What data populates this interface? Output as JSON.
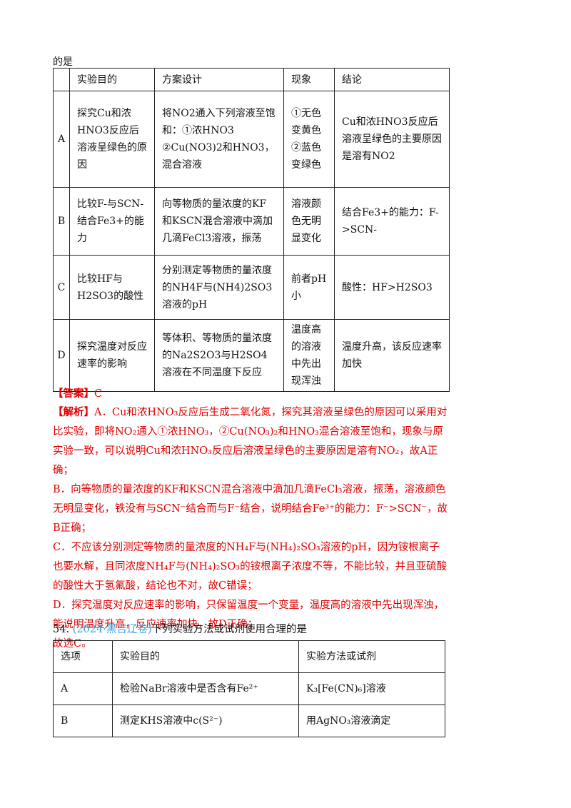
{
  "fragment": "的是",
  "table1": {
    "headers": [
      "",
      "实验目的",
      "方案设计",
      "现象",
      "结论"
    ],
    "rows": [
      {
        "option": "A",
        "purpose": "探究Cu和浓HNO3反应后溶液呈绿色的原因",
        "design": "将NO2通入下列溶液至饱和：①浓HNO3 ②Cu(NO3)2和HNO3，混合溶液",
        "phenomenon": "①无色变黄色 ②蓝色变绿色",
        "conclusion": "Cu和浓HNO3反应后溶液呈绿色的主要原因是溶有NO2"
      },
      {
        "option": "B",
        "purpose": "比较F-与SCN-结合Fe3+的能力",
        "design": "向等物质的量浓度的KF和KSCN混合溶液中滴加几滴FeCl3溶液，振荡",
        "phenomenon": "溶液颜色无明显变化",
        "conclusion": "结合Fe3+的能力：F->SCN-"
      },
      {
        "option": "C",
        "purpose": "比较HF与H2SO3的酸性",
        "design": "分别测定等物质的量浓度的NH4F与(NH4)2SO3溶液的pH",
        "phenomenon": "前者pH小",
        "conclusion": "酸性：HF>H2SO3"
      },
      {
        "option": "D",
        "purpose": "探究温度对反应速率的影响",
        "design": "等体积、等物质的量浓度的Na2S2O3与H2SO4溶液在不同温度下反应",
        "phenomenon": "温度高的溶液中先出现浑浊",
        "conclusion": "温度升高，该反应速率加快"
      }
    ]
  },
  "answer": {
    "label": "【答案】",
    "value": "C"
  },
  "analysis": {
    "label": "【解析】",
    "a": "A．Cu和浓HNO₃反应后生成二氧化氮，探究其溶液呈绿色的原因可以采用对比实验，即将NO₂通入①浓HNO₃，②Cu(NO₃)₂和HNO₃混合溶液至饱和，现象与原实验一致，可以说明Cu和浓HNO₃反应后溶液呈绿色的主要原因是溶有NO₂，故A正确；",
    "b": "B．向等物质的量浓度的KF和KSCN混合溶液中滴加几滴FeCl₃溶液，振荡，溶液颜色无明显变化，铁没有与SCN⁻结合而与F⁻结合，说明结合Fe³⁺的能力：F⁻>SCN⁻，故B正确；",
    "c": "C．不应该分别测定等物质的量浓度的NH₄F与(NH₄)₂SO₃溶液的pH，因为铵根离子也要水解，且同浓度NH₄F与(NH₄)₂SO₃的铵根离子浓度不等，不能比较，并且亚硫酸的酸性大于氢氟酸，结论也不对，故C错误；",
    "d": "D．探究温度对反应速率的影响，只保留温度一个变量，温度高的溶液中先出现浑浊，能说明温度升高，反应速率加快，故D正确；",
    "final": "故选C。"
  },
  "question54": {
    "number": "54.",
    "source": "(2024·黑吉辽卷)",
    "text": "下列实验方法或试剂使用合理的是"
  },
  "table2": {
    "headers": [
      "选项",
      "实验目的",
      "实验方法或试剂"
    ],
    "rows": [
      {
        "option": "A",
        "purpose": "检验NaBr溶液中是否含有Fe²⁺",
        "method": "K₃[Fe(CN)₆]溶液"
      },
      {
        "option": "B",
        "purpose": "测定KHS溶液中c(S²⁻)",
        "method": "用AgNO₃溶液滴定"
      }
    ]
  }
}
